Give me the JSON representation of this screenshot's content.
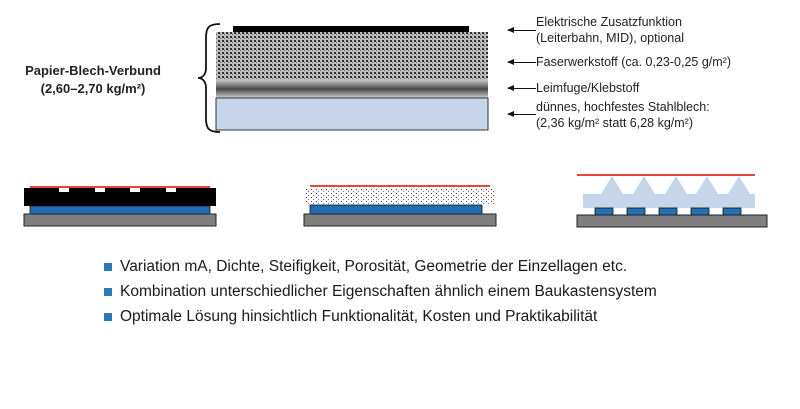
{
  "main_label": {
    "title": "Papier-Blech-Verbund",
    "weight": "(2,60–2,70 kg/m²)"
  },
  "layers": [
    {
      "name": "electric",
      "lines": [
        "Elektrische Zusatzfunktion",
        "(Leiterbahn, MID), optional"
      ],
      "color": "#000000"
    },
    {
      "name": "fiber",
      "lines": [
        "Faserwerkstoff (ca. 0,23-0,25 g/m²)"
      ],
      "color": "#888888"
    },
    {
      "name": "glue",
      "lines": [
        "Leimfuge/Klebstoff"
      ],
      "color": "#555555"
    },
    {
      "name": "steel",
      "lines": [
        "dünnes, hochfestes Stahlblech:",
        "(2,36 kg/m² statt 6,28 kg/m²)"
      ],
      "color": "#c5d5ea"
    }
  ],
  "colors": {
    "red_line": "#e8453c",
    "blue": "#1f6fb5",
    "gray": "#7f7f7f",
    "light_blue": "#c5d5ea",
    "bullet": "#2e78b7"
  },
  "bullets": [
    "Variation mA, Dichte, Steifigkeit, Porosität, Geometrie der Einzellagen etc.",
    "Kombination unterschiedlicher Eigenschaften ähnlich einem Baukastensystem",
    "Optimale Lösung hinsichtlich Funktionalität, Kosten und Praktikabilität"
  ]
}
